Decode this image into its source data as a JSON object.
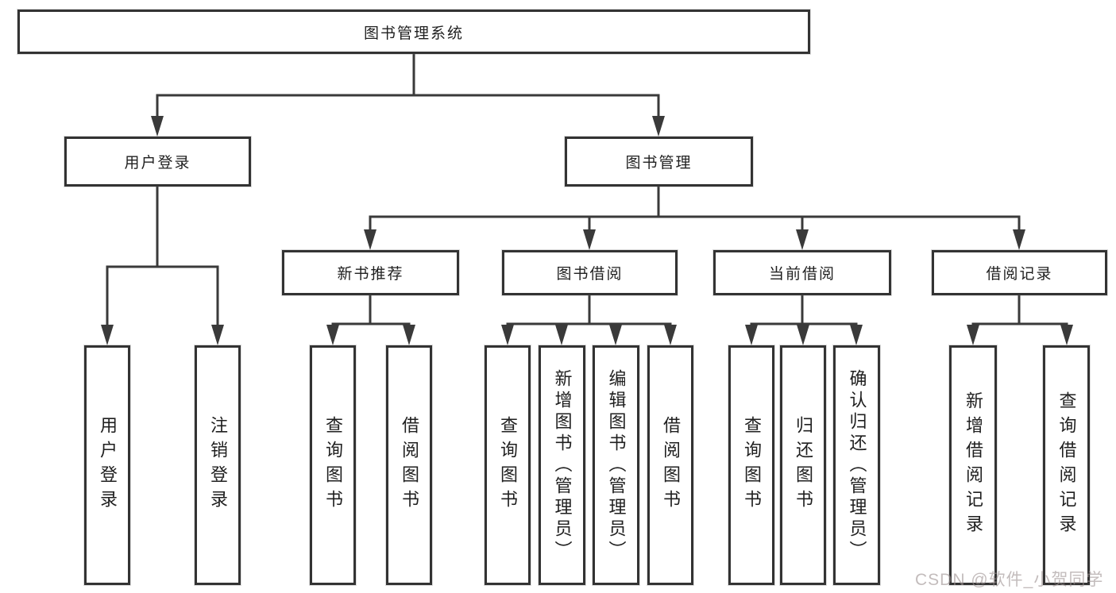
{
  "diagram": {
    "root": {
      "label": "图书管理系统"
    },
    "level2": [
      {
        "label": "用户登录"
      },
      {
        "label": "图书管理"
      }
    ],
    "level3": [
      {
        "label": "新书推荐"
      },
      {
        "label": "图书借阅"
      },
      {
        "label": "当前借阅"
      },
      {
        "label": "借阅记录"
      }
    ],
    "leaves": [
      {
        "label": "用户登录"
      },
      {
        "label": "注销登录"
      },
      {
        "label": "查询图书"
      },
      {
        "label": "借阅图书"
      },
      {
        "label": "查询图书"
      },
      {
        "label": "新增图书（管理员）"
      },
      {
        "label": "编辑图书（管理员）"
      },
      {
        "label": "借阅图书"
      },
      {
        "label": "查询图书"
      },
      {
        "label": "归还图书"
      },
      {
        "label": "确认归还（管理员）"
      },
      {
        "label": "新增借阅记录"
      },
      {
        "label": "查询借阅记录"
      }
    ]
  },
  "watermark": {
    "text": "CSDN @软件_小贺同学"
  },
  "colors": {
    "line": "#3a3a3a",
    "box_border": "#333333",
    "background": "#ffffff",
    "text": "#1f1f1f",
    "watermark_gray": "#9e9393"
  }
}
